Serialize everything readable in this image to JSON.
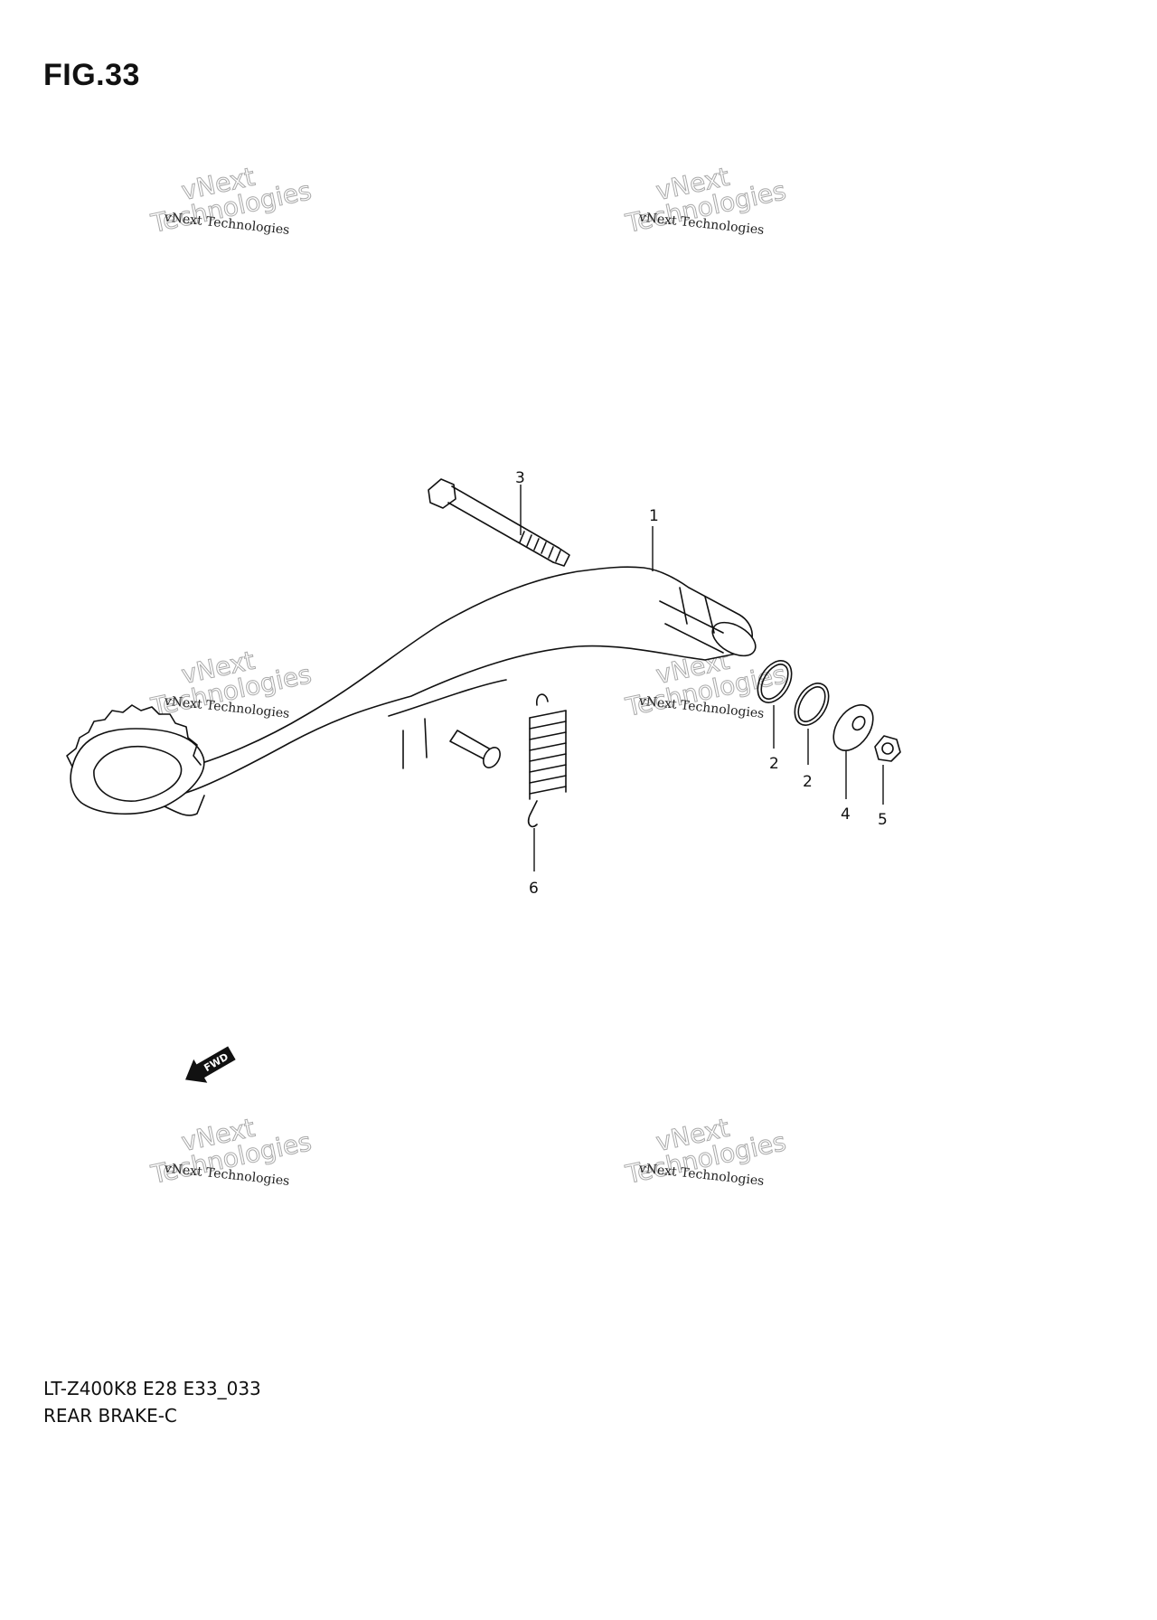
{
  "figure": {
    "title": "FIG.33"
  },
  "footer": {
    "model_code": "LT-Z400K8 E28 E33_033",
    "section_name": "REAR BRAKE-C"
  },
  "callouts": [
    {
      "id": "1",
      "label": "1"
    },
    {
      "id": "2a",
      "label": "2"
    },
    {
      "id": "2b",
      "label": "2"
    },
    {
      "id": "3",
      "label": "3"
    },
    {
      "id": "4",
      "label": "4"
    },
    {
      "id": "5",
      "label": "5"
    },
    {
      "id": "6",
      "label": "6"
    }
  ],
  "direction_marker": {
    "label": "FWD",
    "icon": "fwd-arrow-icon"
  },
  "watermark": {
    "line1": "vNext Technologies",
    "big_top": "vNext",
    "big_bottom": "Technologies"
  }
}
